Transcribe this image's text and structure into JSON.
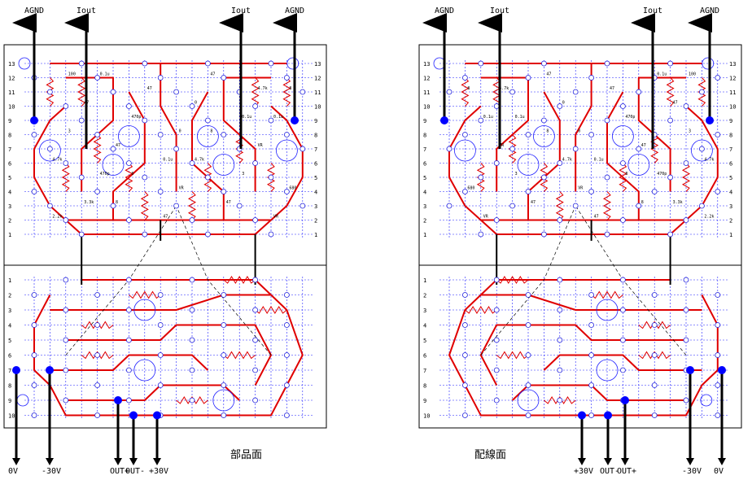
{
  "boards": [
    {
      "id": "component-side",
      "title": "部品面",
      "top_labels": [
        "AGND",
        "Iout",
        "Iout",
        "AGND"
      ],
      "bottom_labels": [
        "0V",
        "-30V",
        "OUT+",
        "OUT-",
        "+30V"
      ],
      "upper_row_numbers": [
        "13",
        "12",
        "11",
        "10",
        "9",
        "8",
        "7",
        "6",
        "5",
        "4",
        "3",
        "2",
        "1"
      ],
      "lower_row_numbers": [
        "1",
        "2",
        "3",
        "4",
        "5",
        "6",
        "7",
        "8",
        "9",
        "10"
      ],
      "component_values": [
        "2.2k",
        "8",
        "8",
        "8",
        "8",
        "4.7k",
        "0.1u",
        "0.1u",
        "VR",
        "VR",
        "47",
        "47",
        "3",
        "3",
        "47",
        "47",
        "4.7k",
        "470p",
        "47",
        "680",
        "47",
        "0",
        "VR",
        "470p",
        "0",
        "4.7k",
        "3.3k",
        "0.1u",
        "0.1u",
        "100"
      ]
    },
    {
      "id": "wiring-side",
      "title": "配線面",
      "top_labels": [
        "AGND",
        "Iout",
        "Iout",
        "AGND"
      ],
      "bottom_labels": [
        "+30V",
        "OUT-",
        "OUT+",
        "-30V",
        "0V"
      ],
      "upper_row_numbers": [
        "13",
        "12",
        "11",
        "10",
        "9",
        "8",
        "7",
        "6",
        "5",
        "4",
        "3",
        "2",
        "1"
      ],
      "lower_row_numbers": [
        "1",
        "2",
        "3",
        "4",
        "5",
        "6",
        "7",
        "8",
        "9",
        "10"
      ],
      "component_values": [
        "2.2k",
        "8",
        "8",
        "8",
        "8",
        "4.7k",
        "0.1u",
        "0.1u",
        "VR",
        "VR",
        "47",
        "47",
        "3",
        "3",
        "47",
        "47",
        "4.7k",
        "470p",
        "47",
        "680",
        "47",
        "0",
        "VR",
        "470p",
        "0",
        "4.7k",
        "3.3k",
        "0.1u",
        "0.1u",
        "100"
      ]
    }
  ],
  "colors": {
    "trace": "#e00000",
    "grid": "#2020ff",
    "node": "#2020dd",
    "pad": "#0000ff",
    "border": "#000000"
  }
}
